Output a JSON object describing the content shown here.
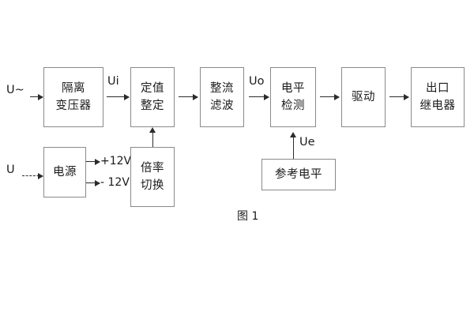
{
  "figure": {
    "caption": "图 1",
    "border_color": "#8a8a8a",
    "line_color": "#2b2b2b",
    "background": "#ffffff"
  },
  "inputs": {
    "ac_source": "U~",
    "dc_source": "U"
  },
  "signal_labels": {
    "ui": "Ui",
    "uo": "Uo",
    "ue": "Ue"
  },
  "power_rails": {
    "positive": "+12V",
    "negative": "- 12V"
  },
  "blocks": [
    {
      "id": "isolation-transformer",
      "line1": "隔离",
      "line2": "变压器"
    },
    {
      "id": "setting-value",
      "line1": "定值",
      "line2": "整定"
    },
    {
      "id": "rectify-filter",
      "line1": "整流",
      "line2": "滤波"
    },
    {
      "id": "level-detection",
      "line1": "电平",
      "line2": "检测"
    },
    {
      "id": "drive",
      "line1": "驱动",
      "line2": ""
    },
    {
      "id": "output-relay",
      "line1": "出口",
      "line2": "继电器"
    },
    {
      "id": "power-supply",
      "line1": "电源",
      "line2": ""
    },
    {
      "id": "multiplier-switch",
      "line1": "倍率",
      "line2": "切换"
    },
    {
      "id": "reference-level",
      "line1": "参考电平",
      "line2": ""
    }
  ]
}
